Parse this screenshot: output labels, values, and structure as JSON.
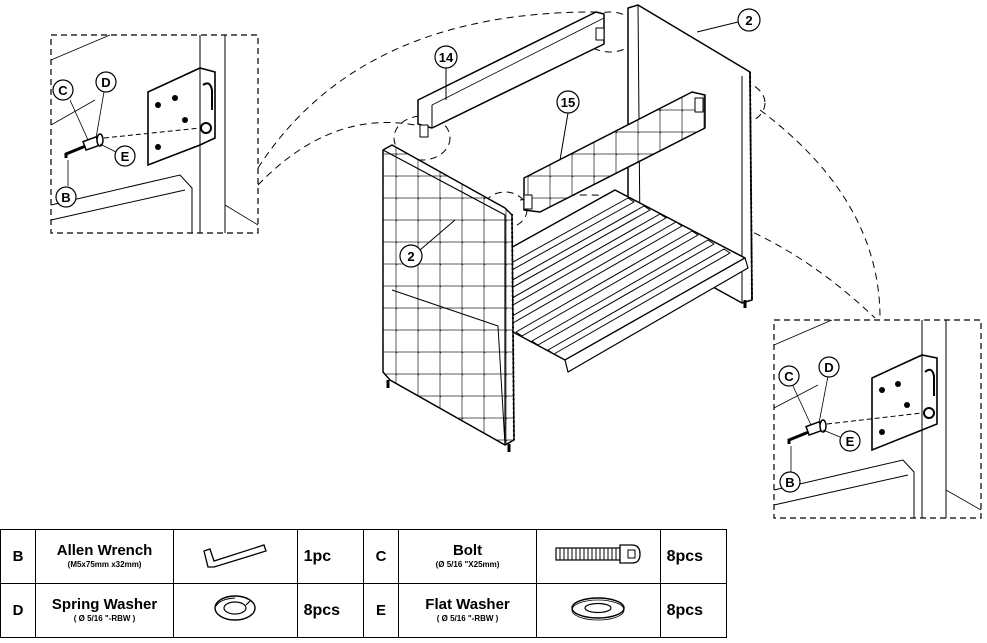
{
  "callouts": {
    "part_14": "14",
    "part_15": "15",
    "part_2_top": "2",
    "part_2_front": "2"
  },
  "detail_left": {
    "c": "C",
    "d": "D",
    "e": "E",
    "b": "B"
  },
  "detail_right": {
    "c": "C",
    "d": "D",
    "e": "E",
    "b": "B"
  },
  "hardware": [
    {
      "code": "B",
      "name": "Allen Wrench",
      "spec": "(M5x75mm x32mm)",
      "qty": "1pc",
      "icon": "allen-wrench-icon"
    },
    {
      "code": "C",
      "name": "Bolt",
      "spec": "(Ø 5/16 \"X25mm)",
      "qty": "8pcs",
      "icon": "bolt-icon"
    },
    {
      "code": "D",
      "name": "Spring Washer",
      "spec": "( Ø 5/16 \"-RBW )",
      "qty": "8pcs",
      "icon": "spring-washer-icon"
    },
    {
      "code": "E",
      "name": "Flat Washer",
      "spec": "( Ø 5/16 \"-RBW )",
      "qty": "8pcs",
      "icon": "flat-washer-icon"
    }
  ]
}
